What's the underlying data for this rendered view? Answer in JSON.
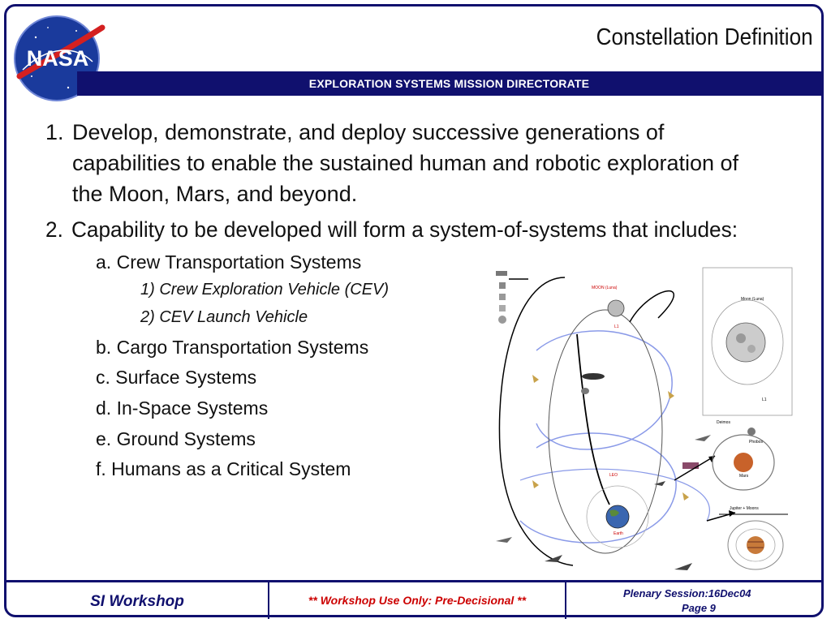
{
  "slide": {
    "title": "Constellation Definition",
    "directorate": "EXPLORATION SYSTEMS MISSION DIRECTORATE",
    "logo_text": "NASA",
    "colors": {
      "navy": "#10106e",
      "red": "#cc0000",
      "orbit_blue": "#8a9ae8"
    }
  },
  "items": [
    {
      "num": "1.",
      "lines": [
        "Develop, demonstrate, and deploy successive generations of",
        "capabilities to enable the sustained human and robotic exploration of",
        "the Moon, Mars, and beyond."
      ]
    },
    {
      "num": "2.",
      "lines": [
        "Capability to be developed will form a system-of-systems that includes:"
      ]
    }
  ],
  "subitems": [
    {
      "label": "a.",
      "text": "Crew Transportation Systems"
    },
    {
      "label": "1)",
      "text": "Crew Exploration Vehicle (CEV)"
    },
    {
      "label": "2)",
      "text": "CEV Launch Vehicle"
    },
    {
      "label": "b.",
      "text": "Cargo Transportation Systems"
    },
    {
      "label": "c.",
      "text": "Surface Systems"
    },
    {
      "label": "d.",
      "text": "In-Space Systems"
    },
    {
      "label": "e.",
      "text": "Ground Systems"
    },
    {
      "label": "f.",
      "text": "Humans as a Critical System"
    }
  ],
  "diagram": {
    "moon_label": "MOON (Luna)",
    "leo_label": "LEO",
    "earth_label": "Earth",
    "l1_label": "L1",
    "inset_moon": "Moon (Luna)",
    "inset_l1": "L1",
    "deimos": "Deimos",
    "phobos": "Phobos",
    "mars": "Mars",
    "jupiter": "Jupiter + Moons"
  },
  "footer": {
    "left": "SI Workshop",
    "middle": "** Workshop Use Only: Pre-Decisional **",
    "right_line1": "Plenary Session:16Dec04",
    "right_line2": "Page 9"
  }
}
